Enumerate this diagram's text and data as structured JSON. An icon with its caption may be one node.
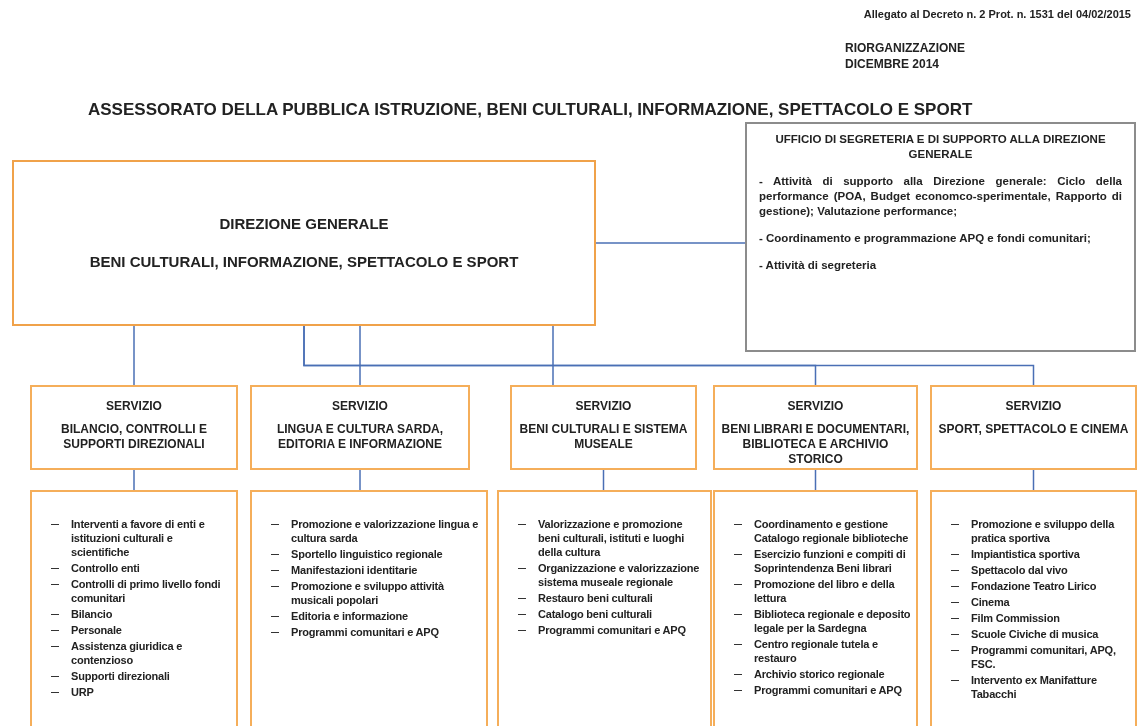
{
  "diagram": {
    "title": "ASSESSORATO DELLA PUBBLICA ISTRUZIONE, BENI CULTURALI, INFORMAZIONE, SPETTACOLO E SPORT",
    "nodes": [
      {
        "text": [
          "DIREZIONE GENERALE",
          "BENI CULTURALI, INFORMAZIONE, SPETTACOLO E SPORT"
        ]
      },
      {
        "text": [
          "UFFICIO DI SEGRETERIA E DI SUPPORTO ALLA DIREZIONE GENERALE",
          "- Attività di supporto alla Direzione generale: Ciclo della performance (POA, Budget economco-sperimentale, Rapporto di gestione); Valutazione performance;",
          "- Coordinamento e programmazione APQ e fondi comunitari;",
          "- Attività di segreteria"
        ]
      },
      {
        "text": [
          "SERVIZIO",
          "BILANCIO, CONTROLLI E SUPPORTI DIREZIONALI"
        ]
      },
      {
        "text": [
          "SERVIZIO",
          "LINGUA E CULTURA SARDA, EDITORIA E INFORMAZIONE"
        ]
      },
      {
        "text": [
          "SERVIZIO",
          "BENI CULTURALI E SISTEMA MUSEALE"
        ]
      },
      {
        "text": [
          "SERVIZIO",
          "BENI LIBRARI E DOCUMENTARI, BIBLIOTECA E ARCHIVIO STORICO"
        ]
      },
      {
        "text": [
          "SERVIZIO",
          "SPORT, SPETTACOLO E CINEMA"
        ]
      },
      {
        "text": [
          "Interventi a favore di enti e istituzioni culturali e scientifiche",
          "Controllo enti",
          "Controlli di primo livello fondi comunitari",
          "Bilancio",
          "Personale",
          "Assistenza giuridica e contenzioso",
          "Supporti direzionali",
          "URP"
        ]
      },
      {
        "text": [
          "Promozione e valorizzazione lingua e cultura sarda",
          "Sportello linguistico regionale",
          "Manifestazioni identitarie",
          "Promozione e sviluppo attività musicali popolari",
          "Editoria e informazione",
          "Programmi comunitari e APQ"
        ]
      },
      {
        "text": [
          "Valorizzazione e promozione beni culturali, istituti e luoghi della cultura",
          "Organizzazione e valorizzazione sistema museale regionale",
          "Restauro beni culturali",
          "Catalogo beni culturali",
          "Programmi comunitari e APQ"
        ]
      },
      {
        "text": [
          "Coordinamento e gestione Catalogo regionale biblioteche",
          "Esercizio funzioni e compiti di Soprintendenza Beni librari",
          "Promozione del libro e della lettura",
          "Biblioteca regionale e deposito legale per la Sardegna",
          "Centro regionale tutela e restauro",
          "Archivio storico regionale",
          "Programmi comunitari e APQ"
        ]
      },
      {
        "text": [
          "Promozione e sviluppo della pratica sportiva",
          "Impiantistica sportiva",
          "Spettacolo dal vivo",
          "Fondazione Teatro Lirico",
          "Cinema",
          "Film Commission",
          "Scuole Civiche di musica",
          "Programmi comunitari, APQ, FSC.",
          "Intervento ex Manifatture Tabacchi"
        ]
      }
    ],
    "edges": [
      {
        "from": 0,
        "to": 1,
        "arrow": "none"
      },
      {
        "from": 0,
        "to": 2,
        "arrow": "none"
      },
      {
        "from": 0,
        "to": 3,
        "arrow": "none"
      },
      {
        "from": 0,
        "to": 4,
        "arrow": "none"
      },
      {
        "from": 0,
        "to": 5,
        "arrow": "none"
      },
      {
        "from": 0,
        "to": 6,
        "arrow": "none"
      },
      {
        "from": 2,
        "to": 7,
        "arrow": "none"
      },
      {
        "from": 3,
        "to": 8,
        "arrow": "none"
      },
      {
        "from": 4,
        "to": 9,
        "arrow": "none"
      },
      {
        "from": 5,
        "to": 10,
        "arrow": "none"
      },
      {
        "from": 6,
        "to": 11,
        "arrow": "none"
      }
    ],
    "labels": [
      "Allegato al Decreto n. 2 Prot. n. 1531 del 04/02/2015",
      "RIORGANIZZAZIONE",
      "DICEMBRE 2014"
    ]
  }
}
